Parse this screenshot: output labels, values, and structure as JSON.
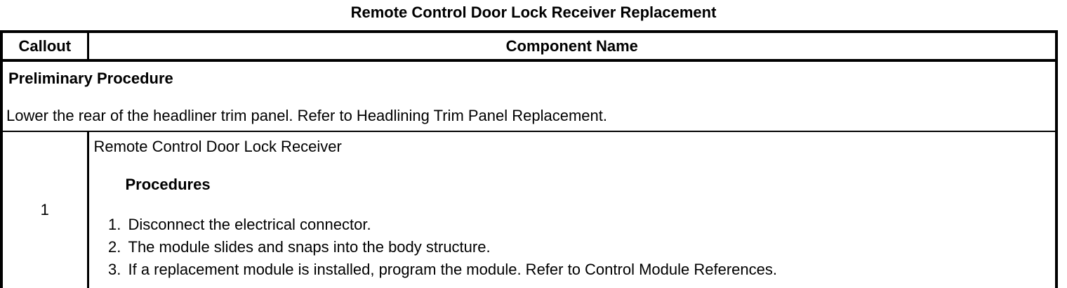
{
  "title": "Remote Control Door Lock Receiver Replacement",
  "table": {
    "headers": {
      "callout": "Callout",
      "component": "Component Name"
    },
    "preliminary": {
      "heading": "Preliminary Procedure",
      "text": "Lower the rear of the headliner trim panel. Refer to Headlining Trim Panel Replacement."
    },
    "rows": [
      {
        "callout": "1",
        "component_name": "Remote Control Door Lock Receiver",
        "procedures_heading": "Procedures",
        "steps": [
          "Disconnect the electrical connector.",
          "The module slides and snaps into the body structure.",
          "If a replacement module is installed, program the module. Refer to Control Module References."
        ]
      }
    ]
  },
  "colors": {
    "text": "#000000",
    "background": "#ffffff",
    "border": "#000000"
  }
}
